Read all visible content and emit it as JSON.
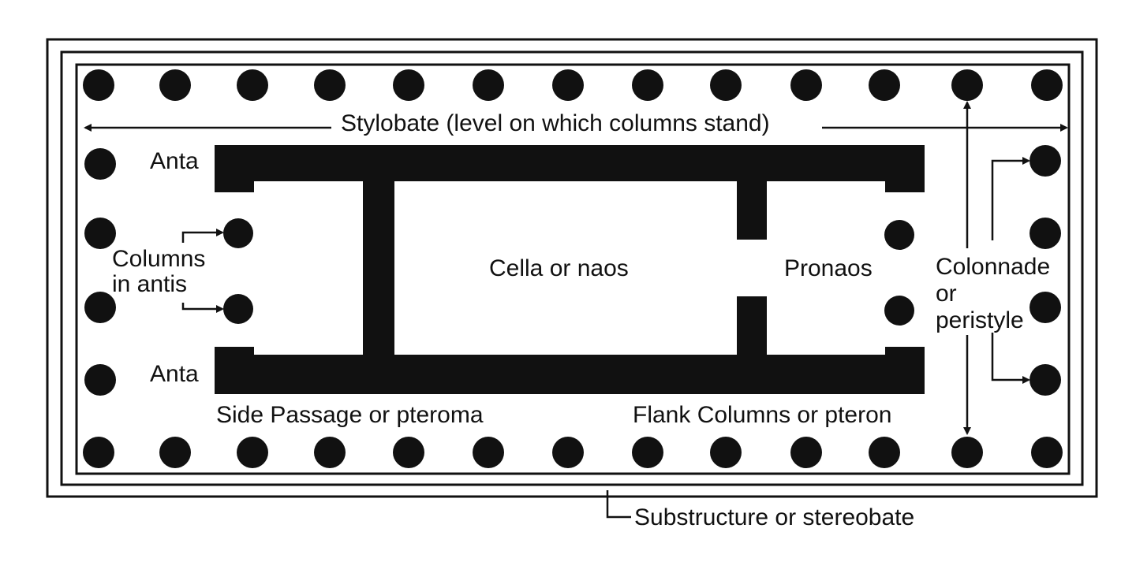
{
  "colors": {
    "ink": "#111111",
    "paper": "#ffffff"
  },
  "labels": {
    "stylobate": "Stylobate (level on which columns stand)",
    "anta_top": "Anta",
    "anta_bottom": "Anta",
    "columns_in_antis_line1": "Columns",
    "columns_in_antis_line2": "in antis",
    "cella": "Cella or naos",
    "pronaos": "Pronaos",
    "colonnade_line1": "Colonnade",
    "colonnade_line2": "or",
    "colonnade_line3": "peristyle",
    "side_passage": "Side Passage or pteroma",
    "flank_columns": "Flank Columns or pteron",
    "substructure": "Substructure or stereobate"
  }
}
